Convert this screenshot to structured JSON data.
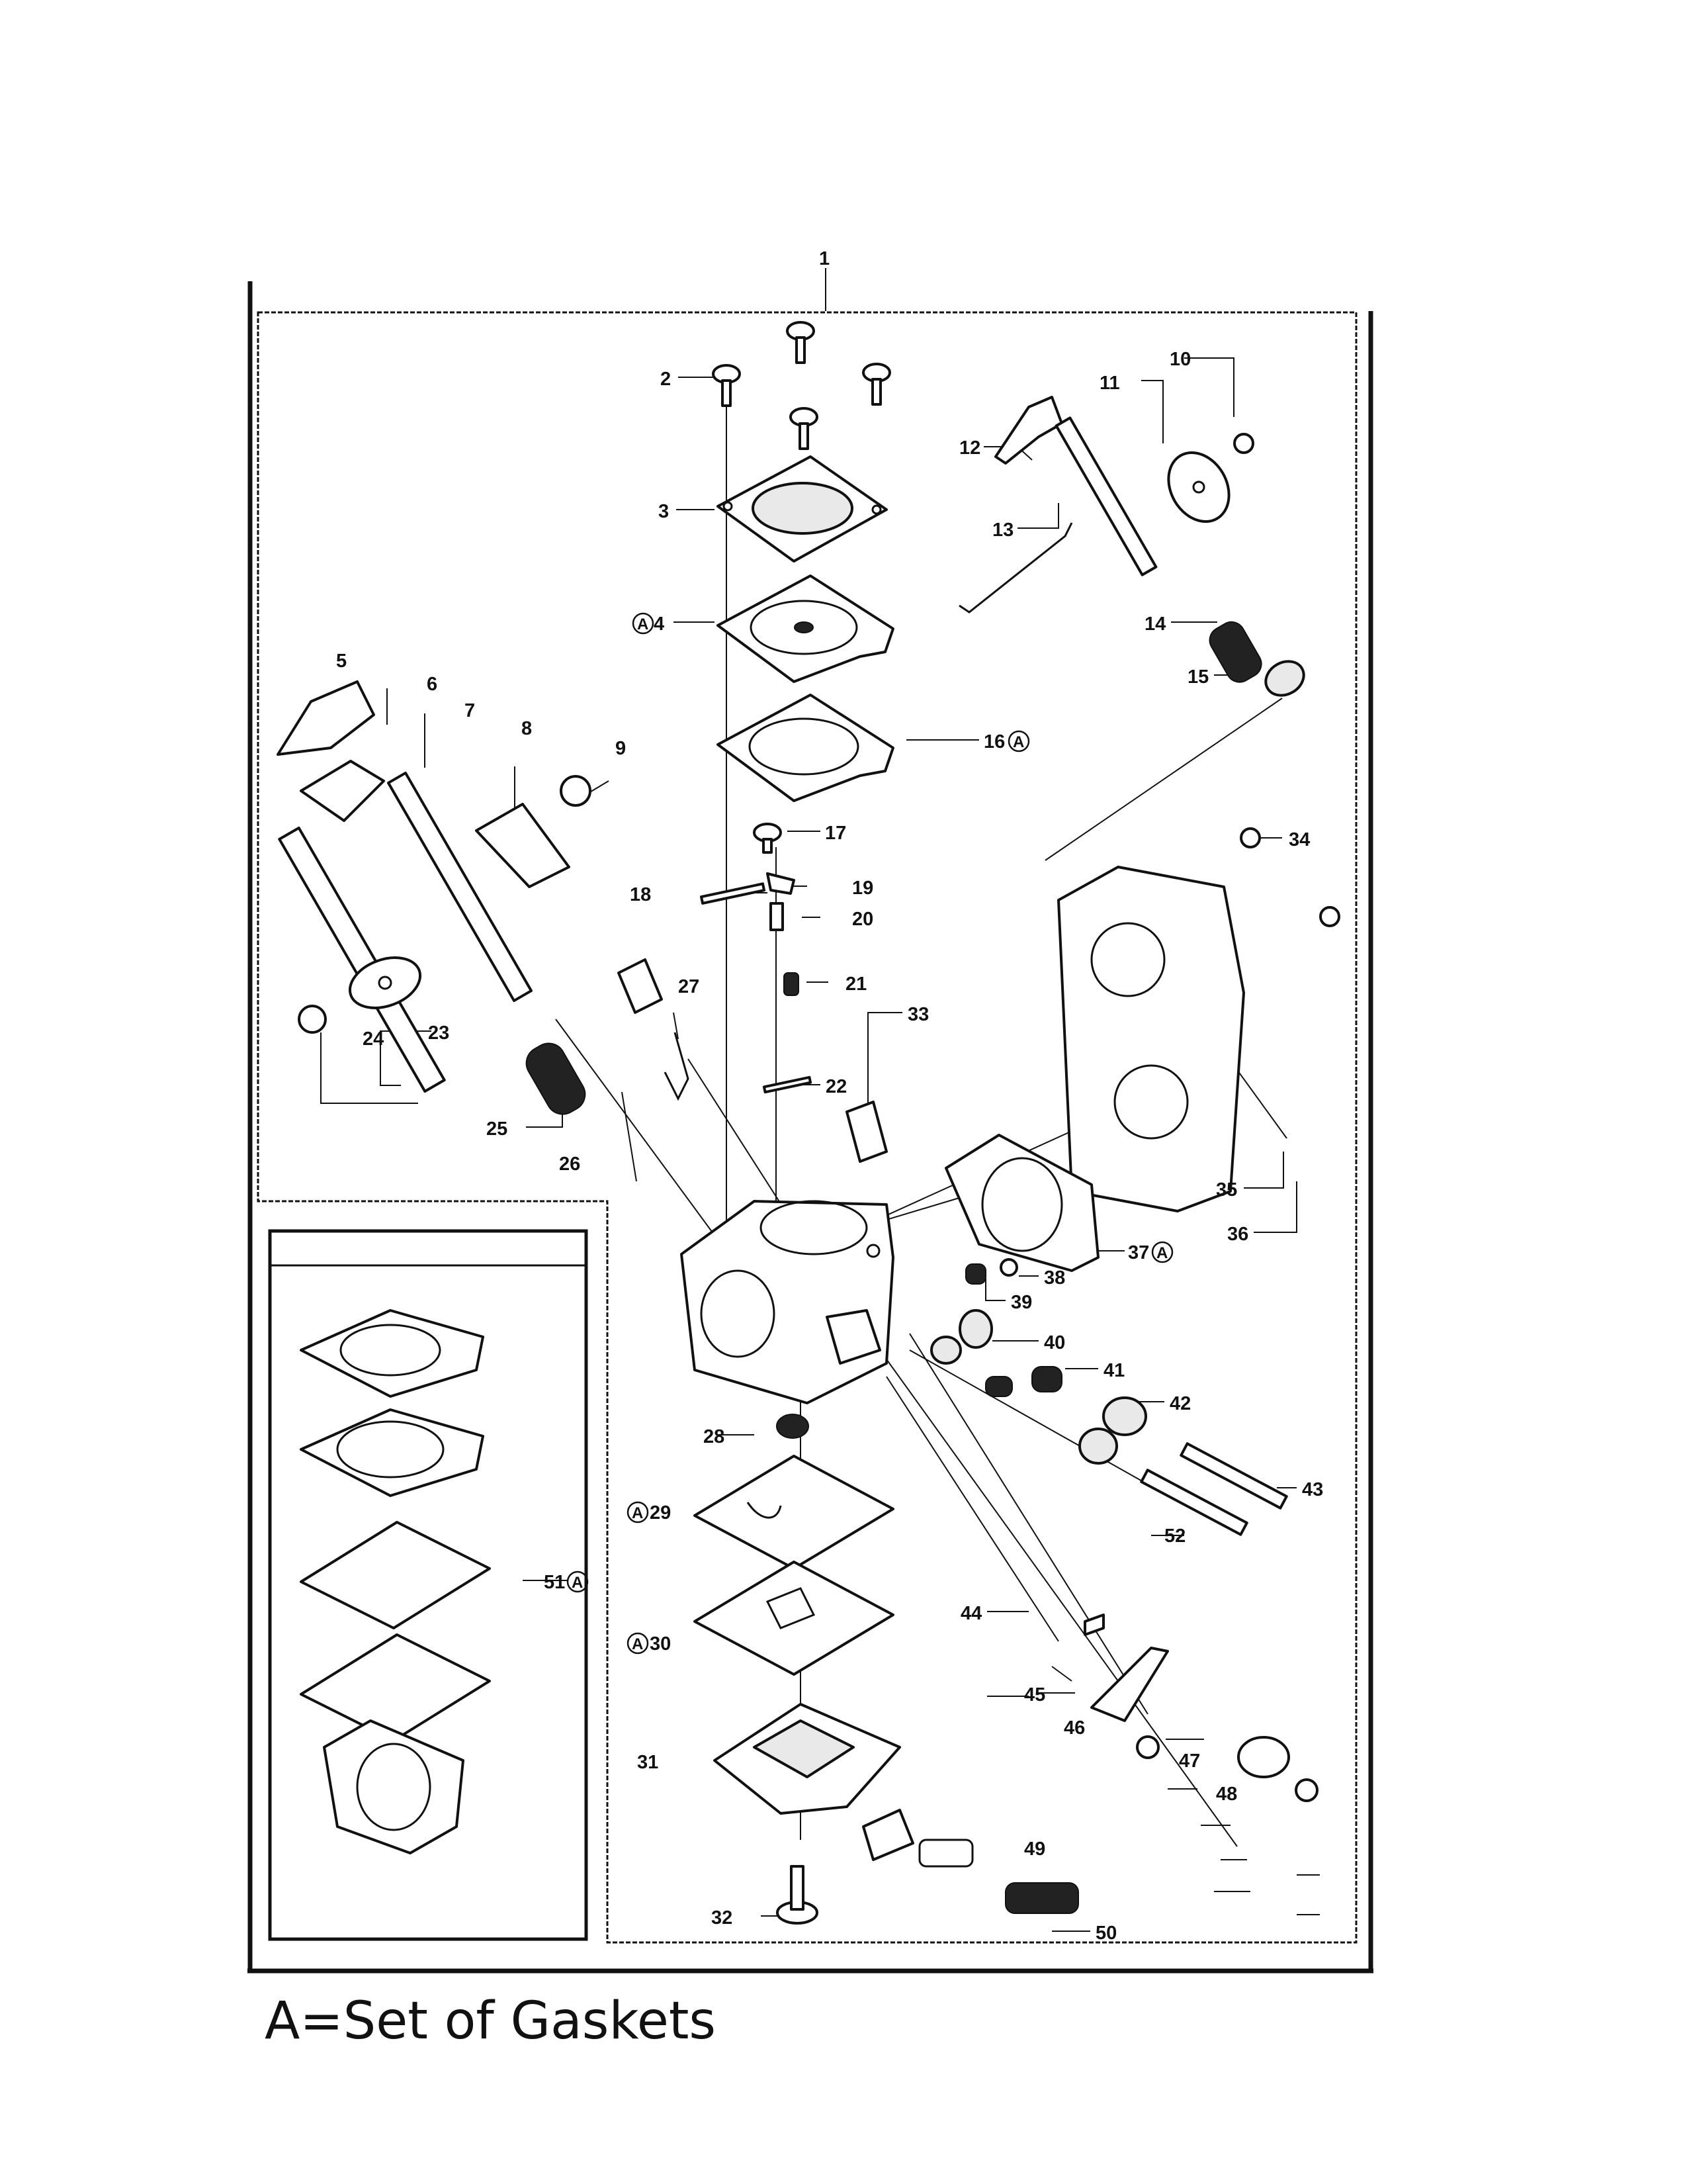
{
  "callouts": [
    {
      "id": "1",
      "text": "1",
      "flag": ""
    },
    {
      "id": "2",
      "text": "2",
      "flag": ""
    },
    {
      "id": "3",
      "text": "3",
      "flag": ""
    },
    {
      "id": "4",
      "text": "4",
      "flag": "A"
    },
    {
      "id": "5",
      "text": "5",
      "flag": ""
    },
    {
      "id": "6",
      "text": "6",
      "flag": ""
    },
    {
      "id": "7",
      "text": "7",
      "flag": ""
    },
    {
      "id": "8",
      "text": "8",
      "flag": ""
    },
    {
      "id": "9",
      "text": "9",
      "flag": ""
    },
    {
      "id": "10",
      "text": "10",
      "flag": ""
    },
    {
      "id": "11",
      "text": "11",
      "flag": ""
    },
    {
      "id": "12",
      "text": "12",
      "flag": ""
    },
    {
      "id": "13",
      "text": "13",
      "flag": ""
    },
    {
      "id": "14",
      "text": "14",
      "flag": ""
    },
    {
      "id": "15",
      "text": "15",
      "flag": ""
    },
    {
      "id": "16",
      "text": "16",
      "flag": "A"
    },
    {
      "id": "17",
      "text": "17",
      "flag": ""
    },
    {
      "id": "18",
      "text": "18",
      "flag": ""
    },
    {
      "id": "19",
      "text": "19",
      "flag": ""
    },
    {
      "id": "20",
      "text": "20",
      "flag": ""
    },
    {
      "id": "21",
      "text": "21",
      "flag": ""
    },
    {
      "id": "22",
      "text": "22",
      "flag": ""
    },
    {
      "id": "23",
      "text": "23",
      "flag": ""
    },
    {
      "id": "24",
      "text": "24",
      "flag": ""
    },
    {
      "id": "25",
      "text": "25",
      "flag": ""
    },
    {
      "id": "26",
      "text": "26",
      "flag": ""
    },
    {
      "id": "27",
      "text": "27",
      "flag": ""
    },
    {
      "id": "28",
      "text": "28",
      "flag": ""
    },
    {
      "id": "29",
      "text": "29",
      "flag": "A"
    },
    {
      "id": "30",
      "text": "30",
      "flag": "A"
    },
    {
      "id": "31",
      "text": "31",
      "flag": ""
    },
    {
      "id": "32",
      "text": "32",
      "flag": ""
    },
    {
      "id": "33",
      "text": "33",
      "flag": ""
    },
    {
      "id": "34",
      "text": "34",
      "flag": ""
    },
    {
      "id": "35",
      "text": "35",
      "flag": ""
    },
    {
      "id": "36",
      "text": "36",
      "flag": ""
    },
    {
      "id": "37",
      "text": "37",
      "flag": "A"
    },
    {
      "id": "38",
      "text": "38",
      "flag": ""
    },
    {
      "id": "39",
      "text": "39",
      "flag": ""
    },
    {
      "id": "40",
      "text": "40",
      "flag": ""
    },
    {
      "id": "41",
      "text": "41",
      "flag": ""
    },
    {
      "id": "42",
      "text": "42",
      "flag": ""
    },
    {
      "id": "43",
      "text": "43",
      "flag": ""
    },
    {
      "id": "44",
      "text": "44",
      "flag": ""
    },
    {
      "id": "45",
      "text": "45",
      "flag": ""
    },
    {
      "id": "46",
      "text": "46",
      "flag": ""
    },
    {
      "id": "47",
      "text": "47",
      "flag": ""
    },
    {
      "id": "48",
      "text": "48",
      "flag": ""
    },
    {
      "id": "49",
      "text": "49",
      "flag": ""
    },
    {
      "id": "50",
      "text": "50",
      "flag": ""
    },
    {
      "id": "51",
      "text": "51",
      "flag": "A"
    },
    {
      "id": "52",
      "text": "52",
      "flag": ""
    }
  ],
  "legend_note": "A=Set of Gaskets"
}
